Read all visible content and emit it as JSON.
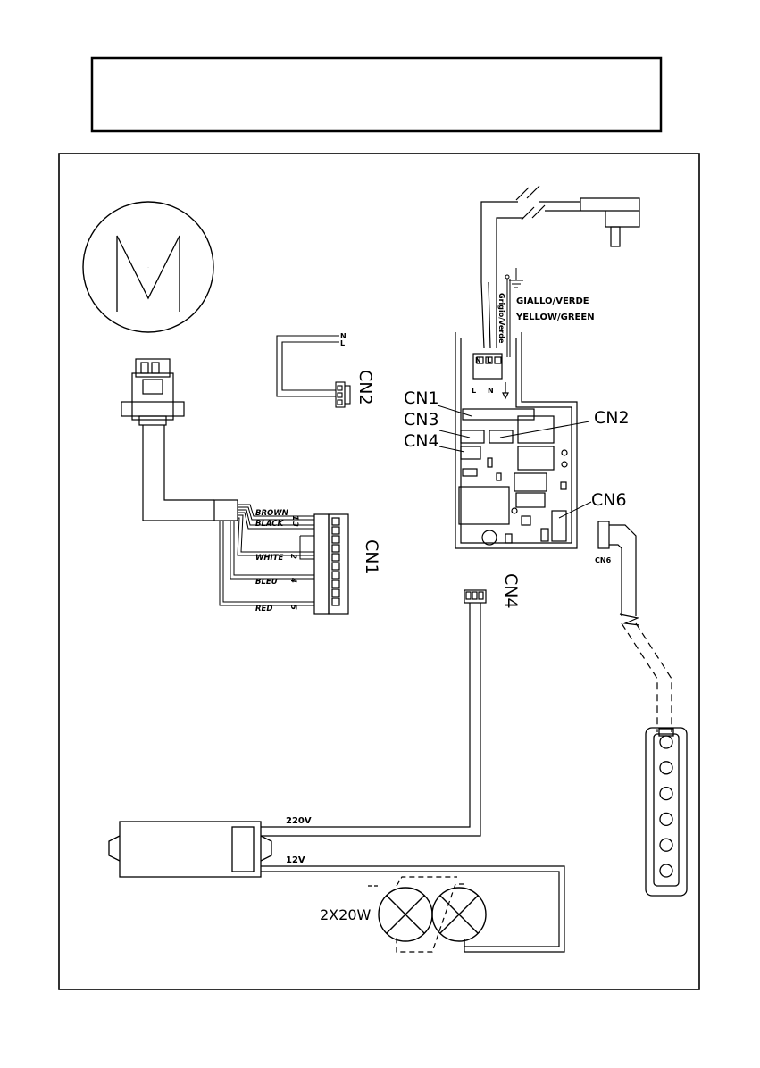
{
  "header_box": {
    "text": ""
  },
  "motor": {
    "symbol": "M"
  },
  "mains": {
    "earth_label_1": "GIALLO/VERDE",
    "earth_label_2": "YELLOW/GREEN",
    "wire_label": "Grigio/Verde",
    "terminal_top": [
      "N",
      "L"
    ],
    "terminal_bottom": [
      "L",
      "N"
    ]
  },
  "connectors": {
    "cn1": "CN1",
    "cn2": "CN2",
    "cn3": "CN3",
    "cn4": "CN4",
    "cn6": "CN6"
  },
  "cn2_wires": [
    "N",
    "L"
  ],
  "cn1_wires": [
    {
      "color": "BROWN",
      "num": "1"
    },
    {
      "color": "BLACK",
      "num": "3"
    },
    {
      "color": "WHITE",
      "num": "2"
    },
    {
      "color": "BLEU",
      "num": "4"
    },
    {
      "color": "RED",
      "num": "5"
    }
  ],
  "transformer": {
    "in": "220V",
    "out": "12V"
  },
  "lamps": {
    "label": "2X20W",
    "count": 2
  },
  "keypad": {
    "connector": "CN6",
    "buttons": 6
  }
}
